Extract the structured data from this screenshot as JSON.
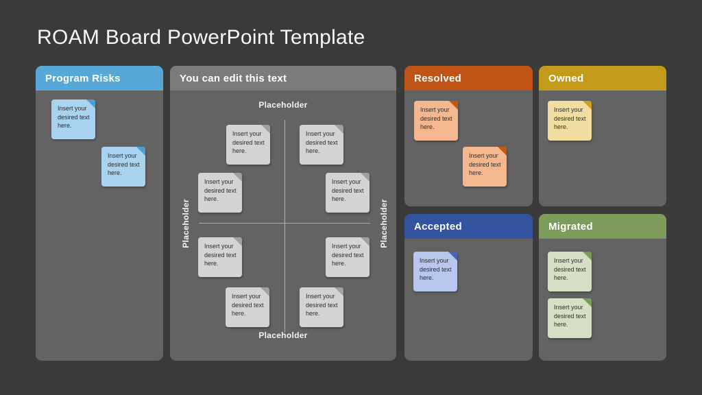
{
  "slide": {
    "title": "ROAM Board PowerPoint Template"
  },
  "note_text": "Insert your desired text here.",
  "panels": {
    "program_risks": {
      "label": "Program Risks",
      "header_color": "#57a8d6",
      "note_color": "#aad3ef"
    },
    "editable_area": {
      "label": "You can edit this text",
      "header_color": "#7b7b7b",
      "note_color": "#d3d4d3"
    },
    "resolved": {
      "label": "Resolved",
      "header_color": "#c05417",
      "note_color": "#f5b78f"
    },
    "owned": {
      "label": "Owned",
      "header_color": "#c49a1b",
      "note_color": "#f2dea1"
    },
    "accepted": {
      "label": "Accepted",
      "header_color": "#34539e",
      "note_color": "#b8c7ee"
    },
    "migrated": {
      "label": "Migrated",
      "header_color": "#7d9b5a",
      "note_color": "#d7dfc4"
    }
  },
  "quadrant": {
    "top_label": "Placeholder",
    "bottom_label": "Placeholder",
    "left_label": "Placeholder",
    "right_label": "Placeholder"
  },
  "colors": {
    "background": "#3a3a3a",
    "panel_body": "#636363",
    "title_text": "#f8f8f8",
    "axis_line": "#c6c6c6",
    "note_text": "#2d2d2d"
  }
}
